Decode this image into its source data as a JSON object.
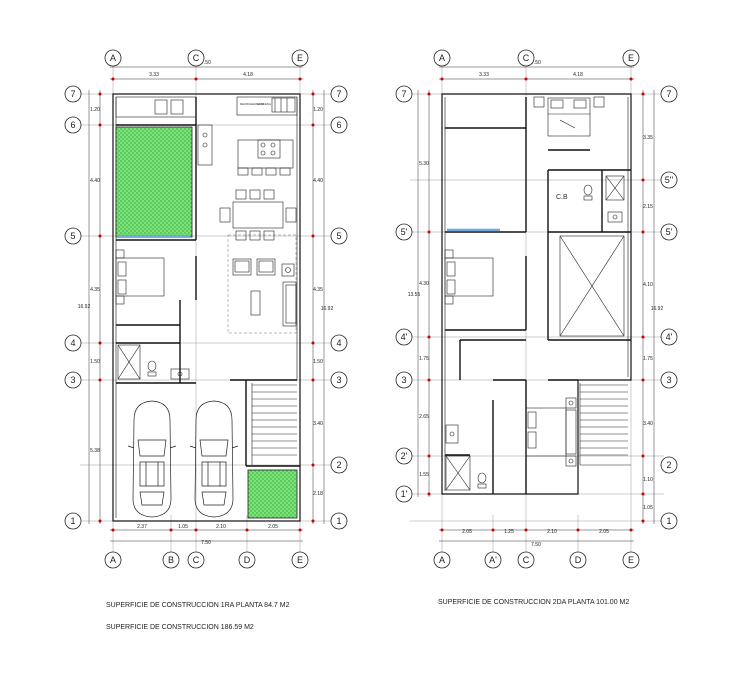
{
  "axes": {
    "ground_top": [
      "A",
      "C",
      "E"
    ],
    "ground_bottom": [
      "A",
      "B",
      "C",
      "D",
      "E"
    ],
    "upper_top": [
      "A",
      "C",
      "E"
    ],
    "upper_bottom": [
      "A",
      "A'",
      "C",
      "D",
      "E"
    ],
    "ground_rows": [
      "7",
      "6",
      "5",
      "4",
      "3",
      "2",
      "1"
    ],
    "upper_rows": [
      "7",
      "5''",
      "5'",
      "4'",
      "3",
      "2'",
      "1'"
    ]
  },
  "dims": {
    "g_top_total": "7.50",
    "g_top_1": "3.33",
    "g_top_2": "4.18",
    "g_bot_total": "7.50",
    "g_bot_1": "2.37",
    "g_bot_2": "1.05",
    "g_bot_3": "2.10",
    "g_bot_4": "2.05",
    "g_left": [
      "1.20",
      "4.40",
      "4.35",
      "1.50",
      "5.38"
    ],
    "g_left_total": "16.92",
    "g_right": [
      "1.20",
      "4.40",
      "4.35",
      "1.50",
      "3.40",
      "2.18"
    ],
    "g_right_total": "16.92",
    "u_top_total": "7.50",
    "u_top_1": "3.33",
    "u_top_2": "4.18",
    "u_bot_total": "7.50",
    "u_bot_1": "2.05",
    "u_bot_2": "1.25",
    "u_bot_3": "2.10",
    "u_bot_4": "2.05",
    "u_left": [
      "5.30",
      "4.30",
      "1.75",
      "2.65",
      "1.55"
    ],
    "u_left_total": "13.55",
    "u_right": [
      "3.35",
      "2.15",
      "4.10",
      "1.75",
      "3.40",
      "1.10",
      "1.05"
    ],
    "u_right_total": "16.92"
  },
  "labels": {
    "cb": "C.B",
    "tiny1": "REFRIGERADOR",
    "tiny2": "ALACENA"
  },
  "captions": {
    "ground": "SUPERFICIE DE CONSTRUCCION 1RA PLANTA 84.7 M2",
    "total": "SUPERFICIE DE CONSTRUCCION 186.59 M2",
    "upper": "SUPERFICIE DE CONSTRUCCION 2DA PLANTA 101.00 M2"
  }
}
